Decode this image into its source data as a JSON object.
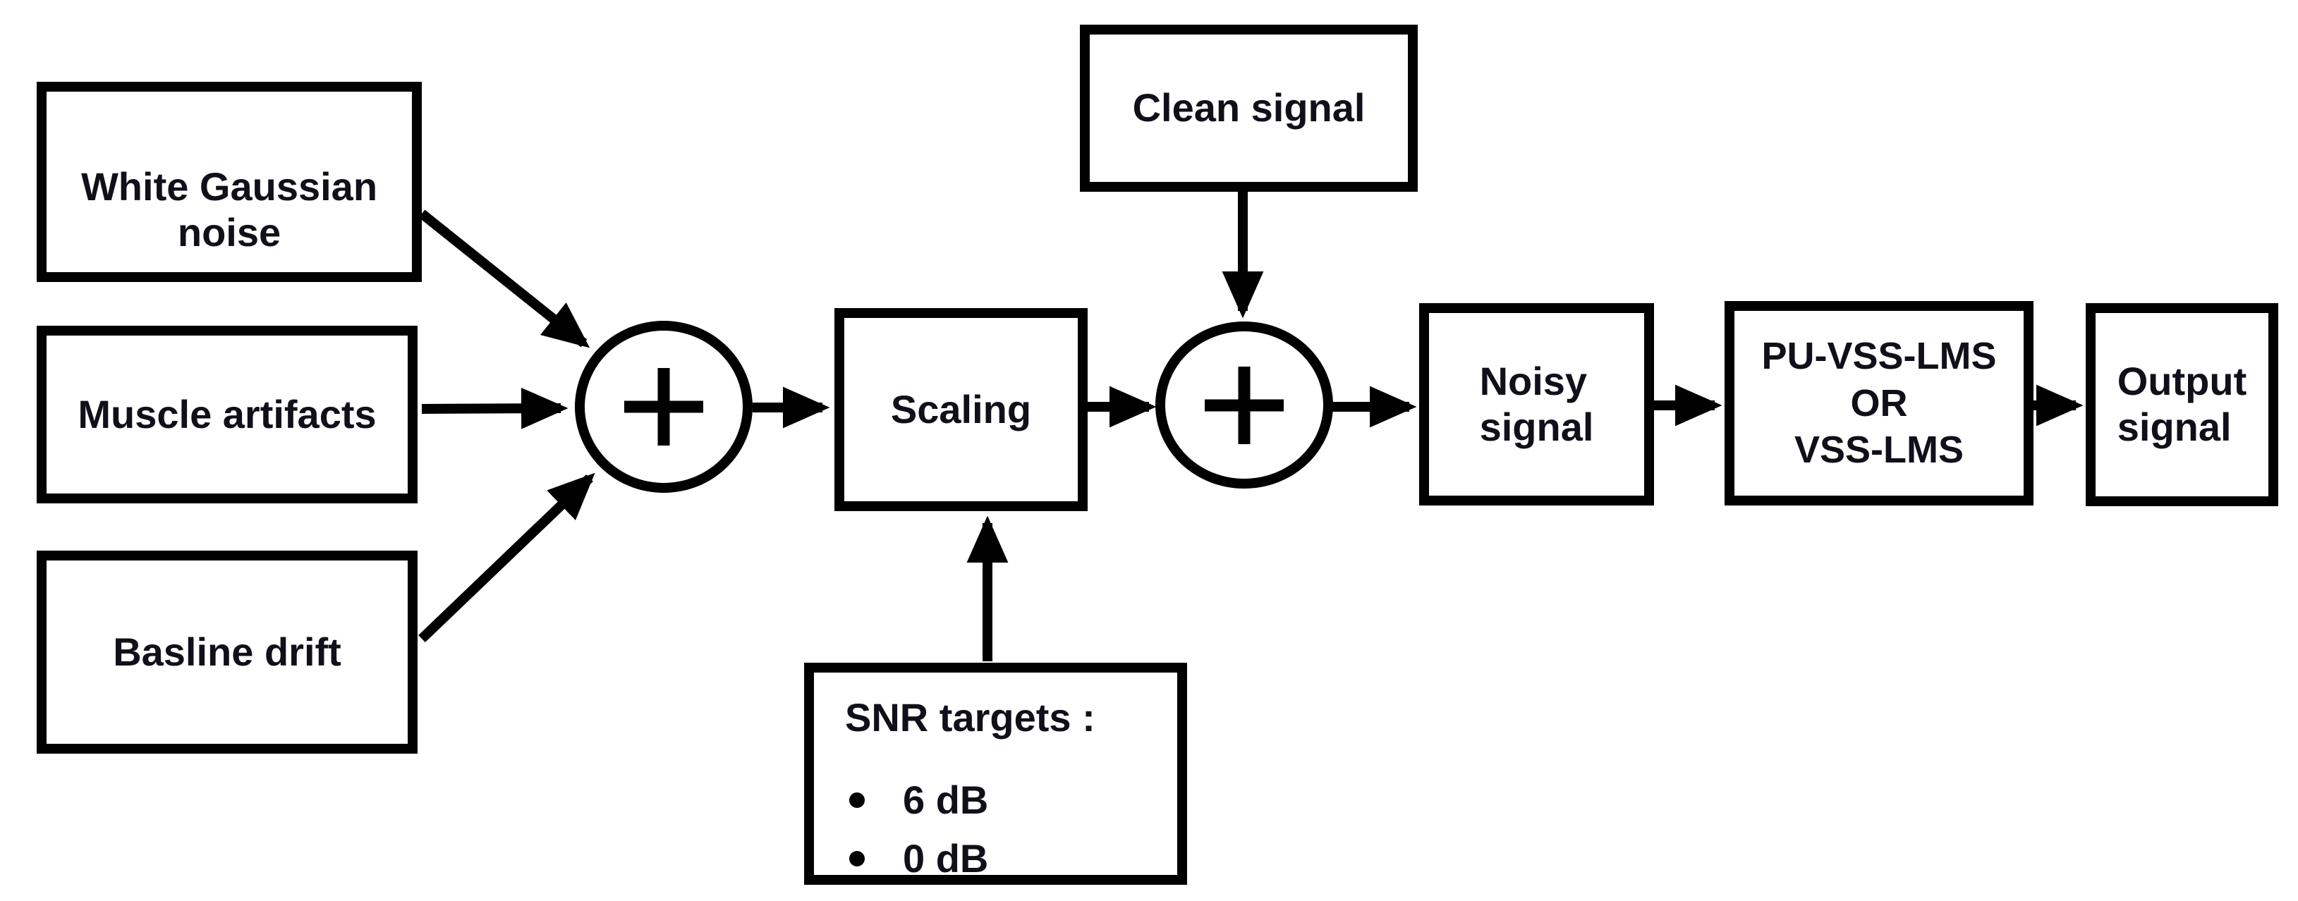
{
  "nodes": {
    "white_gaussian_noise": {
      "line1": "White Gaussian",
      "line2": "noise"
    },
    "muscle_artifacts": {
      "label": "Muscle artifacts"
    },
    "baseline_drift": {
      "label": "Basline drift"
    },
    "scaling": {
      "label": "Scaling"
    },
    "snr_targets": {
      "title": "SNR targets :",
      "bullets": [
        "6 dB",
        "0 dB"
      ]
    },
    "clean_signal": {
      "label": "Clean signal"
    },
    "noisy_signal": {
      "line1": "Noisy",
      "line2": "signal"
    },
    "adaptive_filter": {
      "line1": "PU-VSS-LMS",
      "line2": "OR",
      "line3": "VSS-LMS"
    },
    "output_signal": {
      "line1": "Output",
      "line2": "signal"
    }
  },
  "summing_junctions": [
    {
      "symbol": "+"
    },
    {
      "symbol": "+"
    }
  ],
  "colors": {
    "stroke": "#000000",
    "background": "#ffffff",
    "text": "#10101a"
  }
}
